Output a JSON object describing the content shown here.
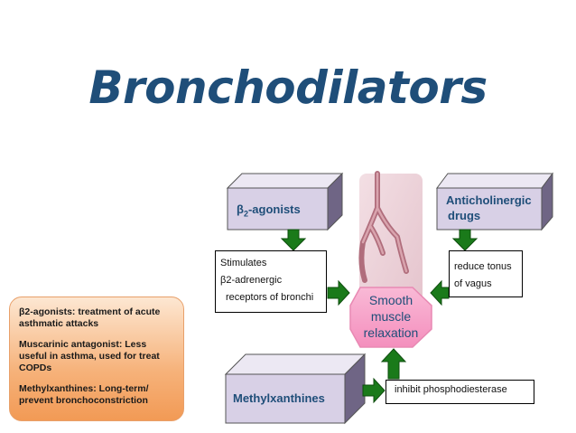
{
  "title": "Bronchodilators",
  "boxes": {
    "beta2_prefix": "β",
    "beta2_sub": "2",
    "beta2_suffix": "-agonists",
    "anticholinergic_line1": "Anticholinergic",
    "anticholinergic_line2": "drugs",
    "methylxanthines": "Methylxanthines"
  },
  "effects": {
    "beta2_line1": "Stimulates",
    "beta2_line2": "β2-adrenergic",
    "beta2_line3": "receptors of bronchi",
    "anticholinergic_line1": "reduce tonus",
    "anticholinergic_line2": "of vagus",
    "methylxanthines": "inhibit phosphodiesterase"
  },
  "outcome": {
    "line1": "Smooth",
    "line2": "muscle",
    "line3": "relaxation"
  },
  "notes": {
    "beta2": "β2-agonists: treatment of acute asthmatic attacks",
    "muscarinic": "Muscarinic antagonist: Less useful in asthma, used for treat COPDs",
    "methylxanthines": "Methylxanthines: Long-term/ prevent bronchoconstriction"
  },
  "colors": {
    "title": "#1f4e79",
    "box_front": "#d8d0e6",
    "box_top": "#ece8f3",
    "box_side": "#6f6585",
    "arrow": "#1a7a1a",
    "octagon": "#f7a3c8",
    "note": "#f6b27a"
  }
}
